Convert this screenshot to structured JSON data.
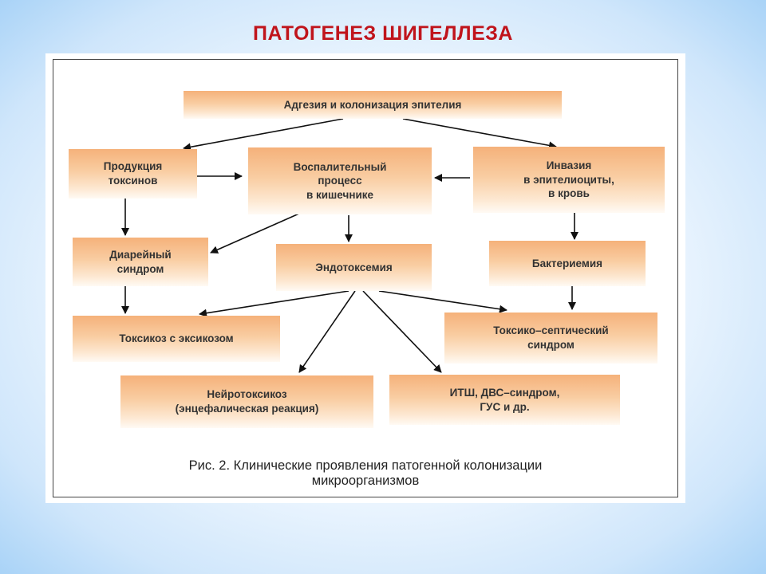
{
  "title": "ПАТОГЕНЕЗ ШИГЕЛЛЕЗА",
  "boxes": {
    "adhesion": "Адгезия и колонизация эпителия",
    "toxins": "Продукция\nтоксинов",
    "inflammation": "Воспалительный\nпроцесс\nв кишечнике",
    "invasion": "Инвазия\nв эпителиоциты,\nв кровь",
    "diarrhea": "Диарейный\nсиндром",
    "endotoxemia": "Эндотоксемия",
    "bacteremia": "Бактериемия",
    "toxicosis": "Токсикоз с эксикозом",
    "septic": "Токсико–септический\nсиндром",
    "neurotoxicosis": "Нейротоксикоз\n(энцефалическая реакция)",
    "itsh": "ИТШ, ДВС–синдром,\nГУС и др."
  },
  "caption": "Рис. 2. Клинические проявления патогенной колонизации\nмикроорганизмов"
}
